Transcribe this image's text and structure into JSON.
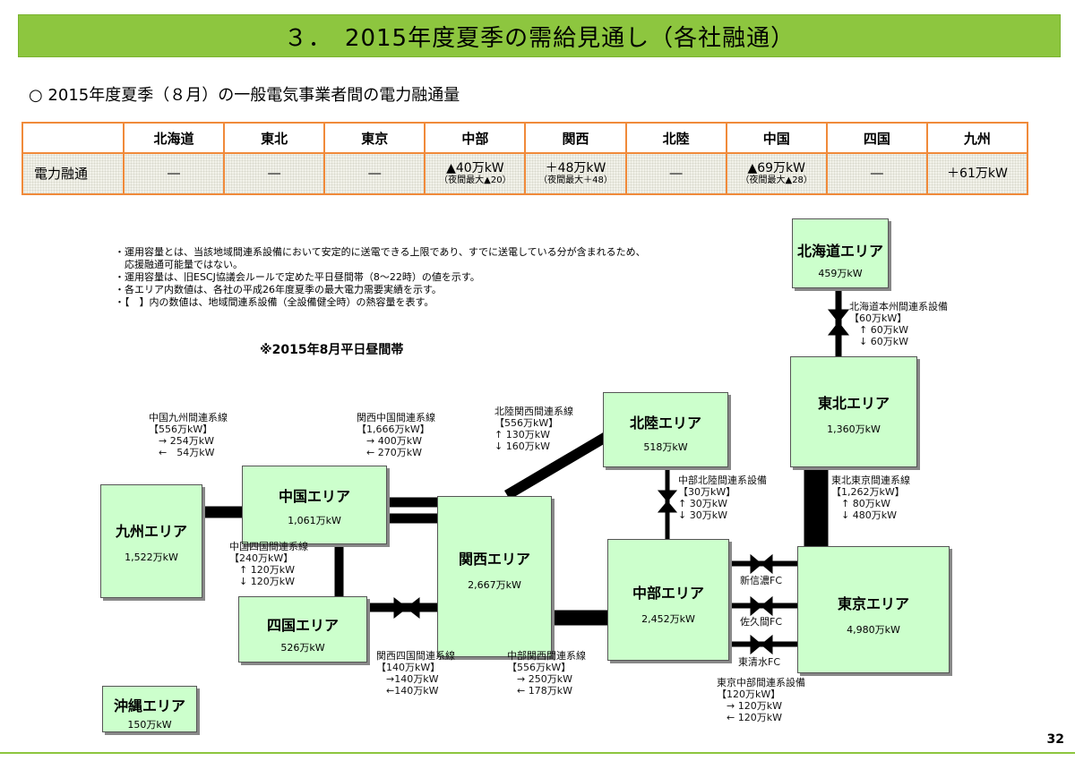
{
  "title": "３．　2015年度夏季の需給見通し（各社融通）",
  "subtitle": "○ 2015年度夏季（８月）の一般電気事業者間の電力融通量",
  "table": {
    "headers": [
      "",
      "北海道",
      "東北",
      "東京",
      "中部",
      "関西",
      "北陸",
      "中国",
      "四国",
      "九州"
    ],
    "row_label": "電力融通",
    "cells": [
      {
        "main": "―",
        "sub": ""
      },
      {
        "main": "―",
        "sub": ""
      },
      {
        "main": "―",
        "sub": ""
      },
      {
        "main": "▲40万kW",
        "sub": "（夜間最大▲20）"
      },
      {
        "main": "＋48万kW",
        "sub": "（夜間最大＋48）"
      },
      {
        "main": "―",
        "sub": ""
      },
      {
        "main": "▲69万kW",
        "sub": "（夜間最大▲28）"
      },
      {
        "main": "―",
        "sub": ""
      },
      {
        "main": "＋61万kW",
        "sub": ""
      }
    ]
  },
  "notes": [
    "・運用容量とは、当該地域間連系設備において安定的に送電できる上限であり、すでに送電している分が含まれるため、",
    "　応援融通可能量ではない。",
    "・運用容量は、旧ESCJ協議会ルールで定めた平日昼間帯（8～22時）の値を示す。",
    "・各エリア内数値は、各社の平成26年度夏季の最大電力需要実績を示す。",
    "・【　】内の数値は、地域間連系設備（全設備健全時）の熱容量を表す。"
  ],
  "period_label": "※2015年8月平日昼間帯",
  "areas": {
    "hokkaido": {
      "name": "北海道エリア",
      "value": "459万kW"
    },
    "tohoku": {
      "name": "東北エリア",
      "value": "1,360万kW"
    },
    "hokuriku": {
      "name": "北陸エリア",
      "value": "518万kW"
    },
    "chugoku": {
      "name": "中国エリア",
      "value": "1,061万kW"
    },
    "kyushu": {
      "name": "九州エリア",
      "value": "1,522万kW"
    },
    "kansai": {
      "name": "関西エリア",
      "value": "2,667万kW"
    },
    "chubu": {
      "name": "中部エリア",
      "value": "2,452万kW"
    },
    "tokyo": {
      "name": "東京エリア",
      "value": "4,980万kW"
    },
    "shikoku": {
      "name": "四国エリア",
      "value": "526万kW"
    },
    "okinawa": {
      "name": "沖縄エリア",
      "value": "150万kW"
    }
  },
  "links": {
    "hokkaido_honshu": "北海道本州間連系設備\n【60万kW】\n　↑ 60万kW\n　↓ 60万kW",
    "tohoku_tokyo": "東北東京間連系線\n【1,262万kW】\n　↑ 80万kW\n　↓ 480万kW",
    "hokuriku_kansai": "北陸関西間連系線\n【556万kW】\n↑ 130万kW\n↓ 160万kW",
    "chubu_hokuriku": "中部北陸間連系設備\n【30万kW】\n↑ 30万kW\n↓ 30万kW",
    "kansai_chugoku": "関西中国間連系線\n【1,666万kW】\n　→ 400万kW\n　← 270万kW",
    "chugoku_kyushu": "中国九州間連系線\n【556万kW】\n　→ 254万kW\n　←　54万kW",
    "chugoku_shikoku": "中国四国間連系線\n【240万kW】\n　↑ 120万kW\n　↓ 120万kW",
    "kansai_shikoku": "関西四国間連系線\n【140万kW】\n　→140万kW\n　←140万kW",
    "chubu_kansai": "中部関西間連系線\n【556万kW】\n　→ 250万kW\n　← 178万kW",
    "tokyo_chubu": "東京中部間連系設備\n【120万kW】\n　→ 120万kW\n　← 120万kW",
    "fc_shinshinano": "新信濃FC",
    "fc_sakuma": "佐久間FC",
    "fc_higashishimizu": "東清水FC"
  },
  "page_number": "32"
}
